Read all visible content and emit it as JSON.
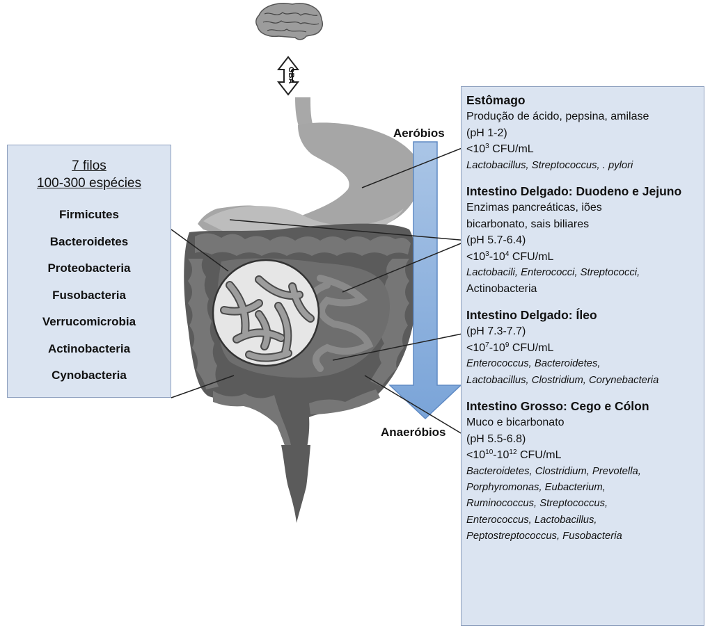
{
  "labels": {
    "gba": "GBA",
    "aerobic": "Aeróbios",
    "anaerobic": "Anaeróbios"
  },
  "phyla_box": {
    "count_line": "7 filos",
    "species_line": "100-300 espécies",
    "phyla": [
      "Firmicutes",
      "Bacteroidetes",
      "Proteobacteria",
      "Fusobacteria",
      "Verrucomicrobia",
      "Actinobacteria",
      "Cynobacteria"
    ]
  },
  "sections": [
    {
      "title": "Estômago",
      "lines": [
        {
          "text": "Produção de ácido, pepsina, amilase"
        },
        {
          "text": "(pH 1-2)"
        },
        {
          "pre": "<10",
          "sup": "3",
          "post": " CFU/mL"
        },
        {
          "text": "Lactobacillus, Streptococcus, . pylori",
          "italic": true
        }
      ]
    },
    {
      "title": "Intestino Delgado: Duodeno e Jejuno",
      "lines": [
        {
          "text": "Enzimas pancreáticas, iões"
        },
        {
          "text": "bicarbonato, sais biliares"
        },
        {
          "text": "(pH 5.7-6.4)"
        },
        {
          "pre": "<10",
          "sup": "3",
          "mid": "-10",
          "sup2": "4",
          "post": " CFU/mL"
        },
        {
          "text": "Lactobacili, Enterococci, Streptococci,",
          "italic": true
        },
        {
          "text": "Actinobacteria"
        }
      ]
    },
    {
      "title": "Intestino Delgado: Íleo",
      "lines": [
        {
          "text": "(pH 7.3-7.7)"
        },
        {
          "pre": "<10",
          "sup": "7",
          "mid": "-10",
          "sup2": "9",
          "post": " CFU/mL"
        },
        {
          "text": "Enterococcus, Bacteroidetes,",
          "italic": true
        },
        {
          "text": "Lactobacillus, Clostridium, Corynebacteria",
          "italic": true
        }
      ]
    },
    {
      "title": "Intestino Grosso: Cego e Cólon",
      "lines": [
        {
          "text": "Muco e bicarbonato"
        },
        {
          "text": "(pH 5.5-6.8)"
        },
        {
          "pre": "<10",
          "sup": "10",
          "mid": "-10",
          "sup2": "12",
          "post": " CFU/mL"
        },
        {
          "text": "Bacteroidetes, Clostridium, Prevotella,",
          "italic": true
        },
        {
          "text": "Porphyromonas, Eubacterium,",
          "italic": true
        },
        {
          "text": "Ruminococcus, Streptococcus,",
          "italic": true
        },
        {
          "text": "Enterococcus, Lactobacillus,",
          "italic": true
        },
        {
          "text": "Peptostreptococcus, Fusobacteria",
          "italic": true
        }
      ]
    }
  ]
}
